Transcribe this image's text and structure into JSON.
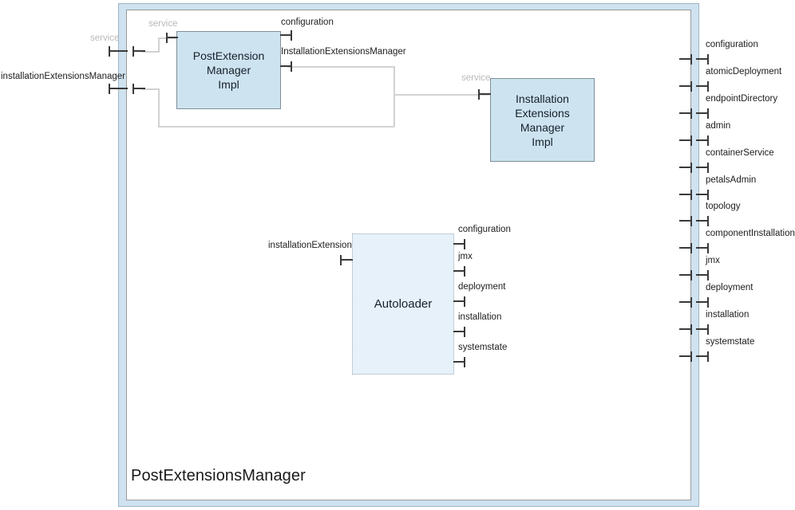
{
  "diagram": {
    "type": "uml-component-diagram",
    "title": "PostExtensionsManager",
    "colors": {
      "frame_band": "#cfe2f0",
      "frame_border": "#9fb3c4",
      "inner_border": "#9a9a9a",
      "component_fill": "#cde3f0",
      "component_border": "#808e99",
      "autoloader_fill": "#e6f1fa",
      "autoloader_border": "#9aa6b0",
      "wire": "#d2d2d2",
      "port_glyph": "#3a3a3a",
      "text": "#1a1a1a",
      "muted_text": "#b9b9b9"
    }
  },
  "components": {
    "post_extension_manager_impl": {
      "name": "PostExtension\nManager\nImpl",
      "line1": "PostExtension",
      "line2": "Manager",
      "line3": "Impl",
      "style": "solid"
    },
    "installation_extensions_manager_impl": {
      "name": "Installation\nExtensions\nManager\nImpl",
      "line1": "Installation",
      "line2": "Extensions",
      "line3": "Manager",
      "line4": "Impl",
      "style": "solid"
    },
    "autoloader": {
      "name": "Autoloader",
      "style": "dotted"
    }
  },
  "external_left_ports": [
    {
      "label": "service",
      "muted": true
    },
    {
      "label": "installationExtensionsManager",
      "muted": false
    }
  ],
  "pemi_ports": {
    "left": [
      {
        "label": "service",
        "muted": true
      }
    ],
    "right": [
      {
        "label": "configuration",
        "muted": false
      },
      {
        "label": "InstallationExtensionsManager",
        "muted": false
      }
    ]
  },
  "iemi_ports": {
    "left": [
      {
        "label": "service",
        "muted": true
      }
    ]
  },
  "autoloader_ports": {
    "left": [
      {
        "label": "installationExtension"
      }
    ],
    "right": [
      {
        "label": "configuration"
      },
      {
        "label": "jmx"
      },
      {
        "label": "deployment"
      },
      {
        "label": "installation"
      },
      {
        "label": "systemstate"
      }
    ]
  },
  "boundary_right_ports": [
    {
      "label": "configuration"
    },
    {
      "label": "atomicDeployment"
    },
    {
      "label": "endpointDirectory"
    },
    {
      "label": "admin"
    },
    {
      "label": "containerService"
    },
    {
      "label": "petalsAdmin"
    },
    {
      "label": "topology"
    },
    {
      "label": "componentInstallation"
    },
    {
      "label": "jmx"
    },
    {
      "label": "deployment"
    },
    {
      "label": "installation"
    },
    {
      "label": "systemstate"
    }
  ]
}
